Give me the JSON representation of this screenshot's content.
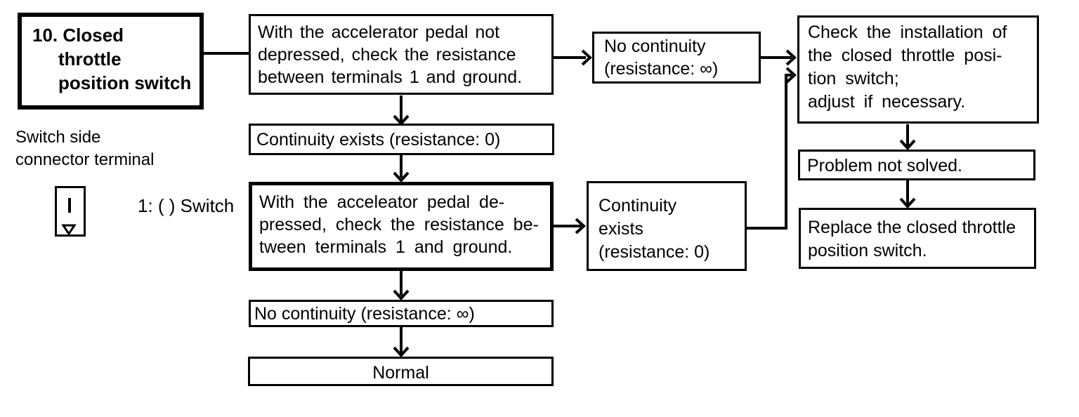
{
  "colors": {
    "ink": "#000000",
    "paper": "#ffffff"
  },
  "legend": {
    "caption": "Switch side\nconnector terminal",
    "terminal_label": "1: ( ) Switch"
  },
  "boxes": {
    "start": {
      "text": "10. Closed\nthrottle\nposition switch"
    },
    "step1": {
      "text": "With the accelerator pedal not\ndepressed, check the resistance\nbetween terminals 1 and ground."
    },
    "result1": {
      "text": "Continuity exists (resistance: 0)"
    },
    "step2": {
      "text": "With the acceleator pedal de-\npressed, check the resistance be-\ntween terminals 1 and ground."
    },
    "result2": {
      "text": "No continuity (resistance: ∞)"
    },
    "normal": {
      "text": "Normal"
    },
    "no_continuity": {
      "text": "No continuity\n(resistance: ∞)"
    },
    "continuity": {
      "text": "Continuity\nexists\n(resistance: 0)"
    },
    "check": {
      "text": "Check the installation of\nthe closed throttle posi-\ntion switch;\nadjust if necessary."
    },
    "problem": {
      "text": "Problem not solved."
    },
    "replace": {
      "text": "Replace the closed throttle\nposition switch."
    }
  }
}
